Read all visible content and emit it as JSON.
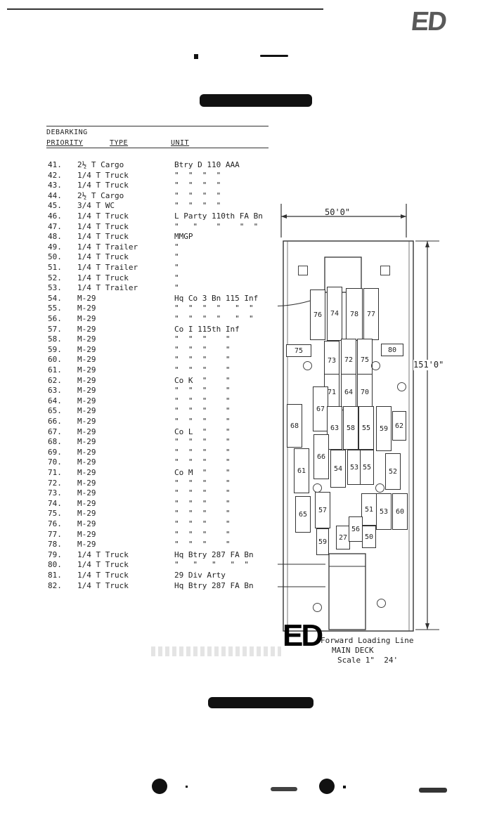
{
  "header": {
    "heading": "DEBARKING",
    "col_priority": "PRIORITY",
    "col_type": "TYPE",
    "col_unit": "UNIT"
  },
  "rows": [
    {
      "num": "41.",
      "type": "2½ T Cargo",
      "unit": "Btry D 110 AAA"
    },
    {
      "num": "42.",
      "type": "1/4 T Truck",
      "unit": "\"  \"  \"  \""
    },
    {
      "num": "43.",
      "type": "1/4 T Truck",
      "unit": "\"  \"  \"  \""
    },
    {
      "num": "44.",
      "type": "2½ T Cargo",
      "unit": "\"  \"  \"  \""
    },
    {
      "num": "45.",
      "type": "3/4 T WC",
      "unit": "\"  \"  \"  \""
    },
    {
      "num": "46.",
      "type": "1/4 T Truck",
      "unit": "L Party 110th FA Bn"
    },
    {
      "num": "47.",
      "type": "1/4 T Truck",
      "unit": "\"   \"    \"    \"  \""
    },
    {
      "num": "48.",
      "type": "1/4 T Truck",
      "unit": "MMGP"
    },
    {
      "num": "49.",
      "type": "1/4 T Trailer",
      "unit": "\""
    },
    {
      "num": "50.",
      "type": "1/4 T Truck",
      "unit": "\""
    },
    {
      "num": "51.",
      "type": "1/4 T Trailer",
      "unit": "\""
    },
    {
      "num": "52.",
      "type": "1/4 T Truck",
      "unit": "\""
    },
    {
      "num": "53.",
      "type": "1/4 T Trailer",
      "unit": "\""
    },
    {
      "num": "54.",
      "type": "M-29",
      "unit": "Hq Co 3 Bn 115 Inf"
    },
    {
      "num": "55.",
      "type": "M-29",
      "unit": "\"  \"  \"  \"   \"  \""
    },
    {
      "num": "56.",
      "type": "M-29",
      "unit": "\"  \"  \"  \"   \"  \""
    },
    {
      "num": "57.",
      "type": "M-29",
      "unit": "Co I 115th Inf"
    },
    {
      "num": "58.",
      "type": "M-29",
      "unit": "\"  \"  \"    \""
    },
    {
      "num": "59.",
      "type": "M-29",
      "unit": "\"  \"  \"    \""
    },
    {
      "num": "60.",
      "type": "M-29",
      "unit": "\"  \"  \"    \""
    },
    {
      "num": "61.",
      "type": "M-29",
      "unit": "\"  \"  \"    \""
    },
    {
      "num": "62.",
      "type": "M-29",
      "unit": "Co K  \"    \""
    },
    {
      "num": "63.",
      "type": "M-29",
      "unit": "\"  \"  \"    \""
    },
    {
      "num": "64.",
      "type": "M-29",
      "unit": "\"  \"  \"    \""
    },
    {
      "num": "65.",
      "type": "M-29",
      "unit": "\"  \"  \"    \""
    },
    {
      "num": "66.",
      "type": "M-29",
      "unit": "\"  \"  \"    \""
    },
    {
      "num": "67.",
      "type": "M-29",
      "unit": "Co L  \"    \""
    },
    {
      "num": "68.",
      "type": "M-29",
      "unit": "\"  \"  \"    \""
    },
    {
      "num": "69.",
      "type": "M-29",
      "unit": "\"  \"  \"    \""
    },
    {
      "num": "70.",
      "type": "M-29",
      "unit": "\"  \"  \"    \""
    },
    {
      "num": "71.",
      "type": "M-29",
      "unit": "Co M  \"    \""
    },
    {
      "num": "72.",
      "type": "M-29",
      "unit": "\"  \"  \"    \""
    },
    {
      "num": "73.",
      "type": "M-29",
      "unit": "\"  \"  \"    \""
    },
    {
      "num": "74.",
      "type": "M-29",
      "unit": "\"  \"  \"    \""
    },
    {
      "num": "75.",
      "type": "M-29",
      "unit": "\"  \"  \"    \""
    },
    {
      "num": "76.",
      "type": "M-29",
      "unit": "\"  \"  \"    \""
    },
    {
      "num": "77.",
      "type": "M-29",
      "unit": "\"  \"  \"    \""
    },
    {
      "num": "78.",
      "type": "M-29",
      "unit": "\"  \"  \"    \""
    },
    {
      "num": "79.",
      "type": "1/4 T Truck",
      "unit": "Hq Btry 287 FA Bn"
    },
    {
      "num": "80.",
      "type": "1/4 T Truck",
      "unit": "\"   \"   \"   \"  \""
    },
    {
      "num": "81.",
      "type": "1/4 T Truck",
      "unit": "29 Div Arty"
    },
    {
      "num": "82.",
      "type": "1/4 T Truck",
      "unit": "Hq Btry 287 FA Bn"
    }
  ],
  "diagram": {
    "width_label": "50'0\"",
    "length_label": "151'0\"",
    "caption_line1": "Forward Loading Line",
    "caption_line2": "MAIN DECK",
    "caption_line3": "Scale 1\"  24'",
    "vehicle_labels": [
      "76",
      "74",
      "78",
      "77",
      "75",
      "73",
      "72",
      "75",
      "80",
      "71",
      "64",
      "70",
      "67",
      "68",
      "63",
      "58",
      "55",
      "59",
      "62",
      "61",
      "66",
      "54",
      "53",
      "55",
      "52",
      "65",
      "57",
      "51",
      "53",
      "60",
      "59",
      "27",
      "56",
      "50"
    ]
  },
  "stamps": {
    "top_right": "ED",
    "bottom": "ED"
  }
}
